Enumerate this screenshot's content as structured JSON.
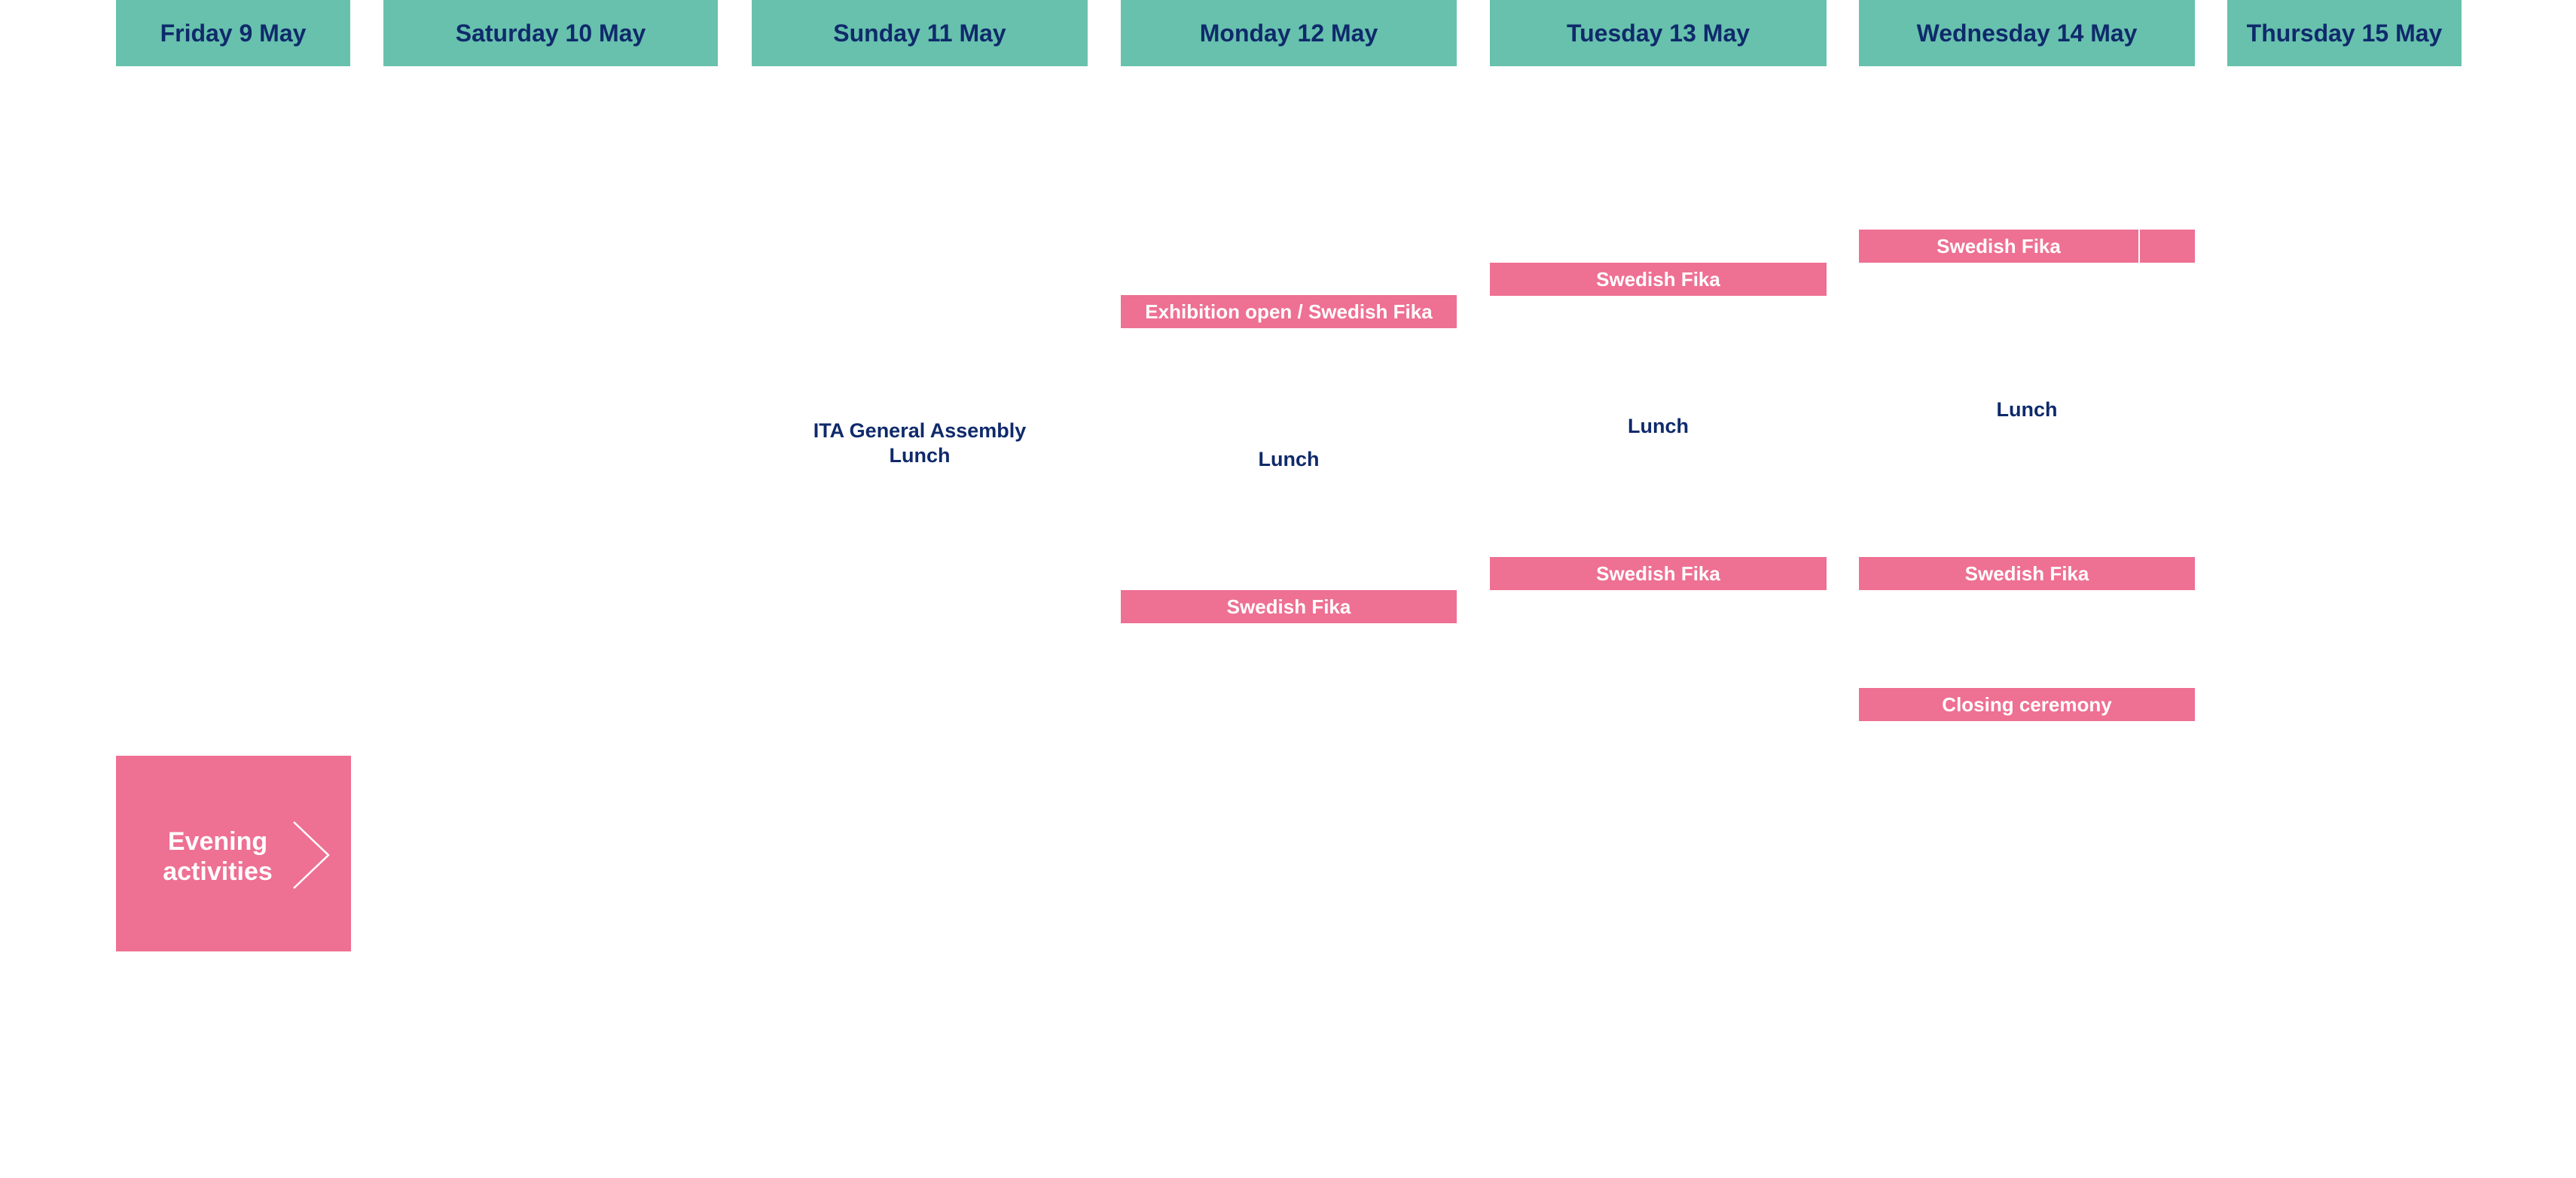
{
  "days": [
    {
      "label": "Friday 9 May"
    },
    {
      "label": "Saturday 10 May"
    },
    {
      "label": "Sunday 11 May"
    },
    {
      "label": "Monday 12 May"
    },
    {
      "label": "Tuesday 13 May"
    },
    {
      "label": "Wednesday 14 May"
    },
    {
      "label": "Thursday 15 May"
    }
  ],
  "sunday": {
    "assembly": "ITA General Assembly",
    "lunch": "Lunch"
  },
  "monday": {
    "exhibition": "Exhibition open / Swedish Fika",
    "lunch": "Lunch",
    "fika_afternoon": "Swedish Fika"
  },
  "tuesday": {
    "fika_morning": "Swedish Fika",
    "lunch": "Lunch",
    "fika_afternoon": "Swedish Fika"
  },
  "wednesday": {
    "fika_morning": "Swedish Fika",
    "lunch": "Lunch",
    "fika_afternoon": "Swedish Fika",
    "closing": "Closing ceremony"
  },
  "evening_card": {
    "line1": "Evening",
    "line2": "activities",
    "icon": "chevron-right-icon"
  },
  "colors": {
    "header_bg": "#67c1ad",
    "header_text": "#0f2a6b",
    "event_bg": "#ee7093",
    "event_text": "#ffffff",
    "plain_text": "#0f2a6b"
  }
}
